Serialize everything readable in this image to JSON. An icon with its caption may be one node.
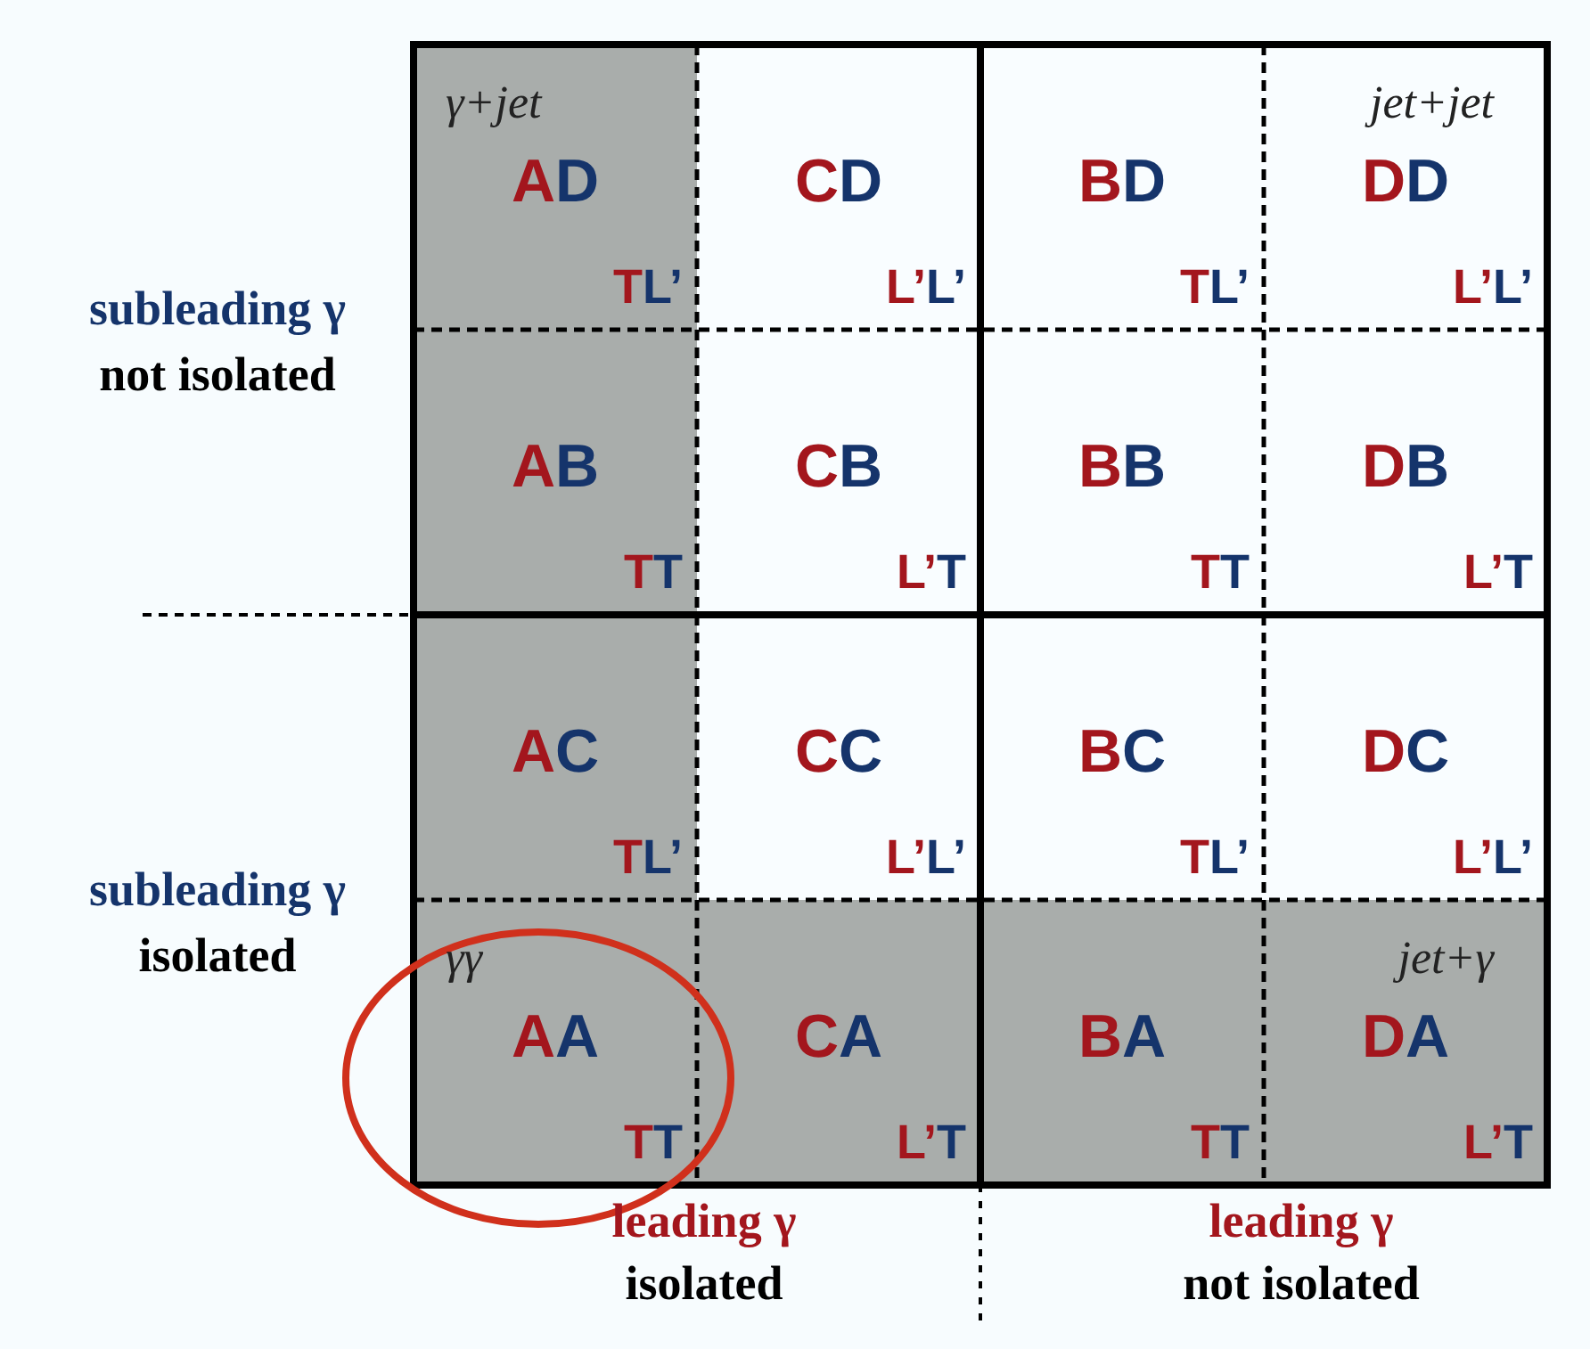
{
  "diagram": {
    "nodes": [
      {
        "text": [
          "γ+jet",
          "AD",
          "TL’"
        ]
      },
      {
        "text": [
          "CD",
          "L’L’"
        ]
      },
      {
        "text": [
          "BD",
          "TL’"
        ]
      },
      {
        "text": [
          "jet+jet",
          "DD",
          "L’L’"
        ]
      },
      {
        "text": [
          "AB",
          "TT"
        ]
      },
      {
        "text": [
          "CB",
          "L’T"
        ]
      },
      {
        "text": [
          "BB",
          "TT"
        ]
      },
      {
        "text": [
          "DB",
          "L’T"
        ]
      },
      {
        "text": [
          "AC",
          "TL’"
        ]
      },
      {
        "text": [
          "CC",
          "L’L’"
        ]
      },
      {
        "text": [
          "BC",
          "TL’"
        ]
      },
      {
        "text": [
          "DC",
          "L’L’"
        ]
      },
      {
        "text": [
          "γγ",
          "AA",
          "TT"
        ]
      },
      {
        "text": [
          "CA",
          "L’T"
        ]
      },
      {
        "text": [
          "BA",
          "TT"
        ]
      },
      {
        "text": [
          "jet+γ",
          "DA",
          "L’T"
        ]
      }
    ],
    "labels": [
      "subleading γ",
      "not isolated",
      "subleading γ",
      "isolated",
      "leading γ",
      "isolated",
      "leading γ",
      "not isolated"
    ]
  }
}
